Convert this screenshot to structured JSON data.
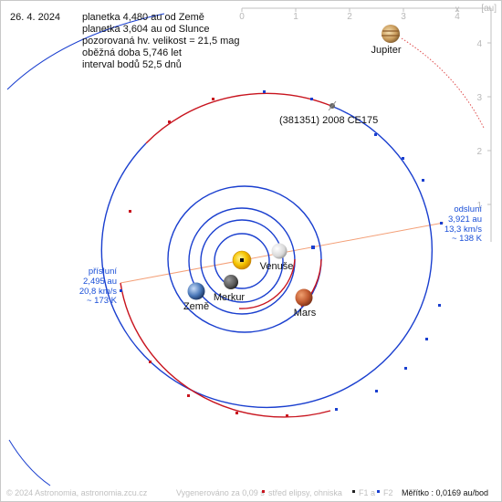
{
  "date": "26. 4. 2024",
  "info": {
    "line1": "planetka 4,480 au od Země",
    "line2": "planetka 3,604 au od Slunce",
    "line3": "pozorovaná hv. velikost = 21,5 mag",
    "line4": "oběžná doba 5,746 let",
    "line5": "interval bodů 52,5 dnů"
  },
  "axes": {
    "x_label": "x",
    "y_label": "[au]",
    "x_ticks": [
      "0",
      "1",
      "2",
      "3",
      "4"
    ],
    "y_ticks": [
      "4",
      "3",
      "2",
      "1"
    ]
  },
  "object_label": "(381351) 2008 CE175",
  "planets": {
    "jupiter": "Jupiter",
    "venus": "Venuše",
    "mercury": "Merkur",
    "earth": "Země",
    "mars": "Mars"
  },
  "aphelion": {
    "title": "odsluní",
    "distance": "3,921 au",
    "speed": "13,3 km/s",
    "temperature": "~ 138 K"
  },
  "perihelion": {
    "title": "přísluní",
    "distance": "2,495 au",
    "speed": "20,8 km/s",
    "temperature": "~ 173 K"
  },
  "footer": {
    "copyright": "© 2024 Astronomia, astronomia.zcu.cz",
    "generated": "Vygenerováno za 0,09 s",
    "legend_center": "střed elipsy, ohniska",
    "legend_f1": "F1 a",
    "legend_f2": "F2",
    "scale": "Měřítko : 0,0169 au/bod"
  },
  "colors": {
    "orbit_blue": "#1a3fcf",
    "orbit_red": "#c8141e",
    "label_blue": "#1a4fd8",
    "sun": "#f5c400",
    "apsis_line": "#f4a078",
    "jupiter_path": "#e05050"
  }
}
